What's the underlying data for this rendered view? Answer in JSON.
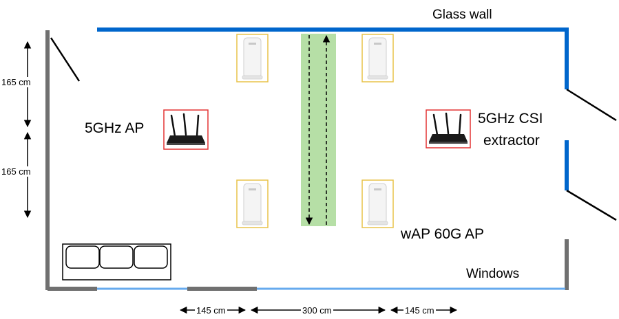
{
  "labels": {
    "glass_wall": "Glass wall",
    "windows": "Windows",
    "ap_5ghz": "5GHz AP",
    "csi_extractor_line1": "5GHz CSI",
    "csi_extractor_line2": "extractor",
    "wap_60g": "wAP 60G AP"
  },
  "dimensions": {
    "vertical_upper": "165 cm",
    "vertical_lower": "165 cm",
    "horizontal_left": "145 cm",
    "horizontal_middle": "300 cm",
    "horizontal_right": "145 cm"
  },
  "colors": {
    "glass_wall": "#0066cc",
    "windows": "#66aaee",
    "solid_wall": "#707070",
    "walk_path": "#b6dfa6",
    "router_frame": "#e33333",
    "wap_frame": "#e8c34a"
  },
  "icons": {
    "router": "router-icon",
    "wap_device": "wap-60g-device-icon",
    "sofa": "sofa-icon",
    "door": "door-leaf-icon"
  }
}
